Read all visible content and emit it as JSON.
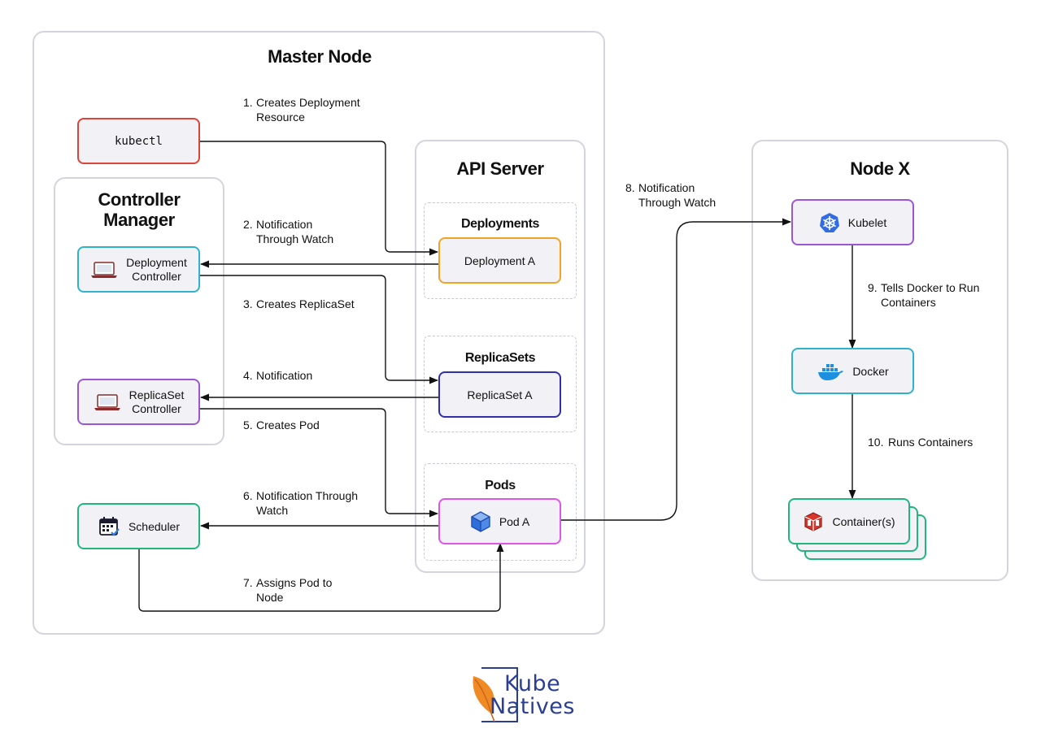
{
  "regions": {
    "master": "Master Node",
    "controller_manager": [
      "Controller",
      "Manager"
    ],
    "api_server": "API Server",
    "node_x": "Node X"
  },
  "groups": {
    "deployments": "Deployments",
    "replicasets": "ReplicaSets",
    "pods": "Pods"
  },
  "nodes": {
    "kubectl": "kubectl",
    "deployment_controller": [
      "Deployment",
      "Controller"
    ],
    "replicaset_controller": [
      "ReplicaSet",
      "Controller"
    ],
    "scheduler": "Scheduler",
    "deployment_a": "Deployment A",
    "replicaset_a": "ReplicaSet A",
    "pod_a": "Pod A",
    "kubelet": "Kubelet",
    "docker": "Docker",
    "containers": "Container(s)"
  },
  "steps": [
    {
      "n": "1.",
      "lines": [
        "Creates Deployment",
        "Resource"
      ]
    },
    {
      "n": "2.",
      "lines": [
        "Notification",
        "Through Watch"
      ]
    },
    {
      "n": "3.",
      "lines": [
        "Creates ReplicaSet"
      ]
    },
    {
      "n": "4.",
      "lines": [
        "Notification"
      ]
    },
    {
      "n": "5.",
      "lines": [
        "Creates Pod"
      ]
    },
    {
      "n": "6.",
      "lines": [
        "Notification Through",
        "Watch"
      ]
    },
    {
      "n": "7.",
      "lines": [
        "Assigns Pod to",
        "Node"
      ]
    },
    {
      "n": "8.",
      "lines": [
        "Notification",
        "Through Watch"
      ]
    },
    {
      "n": "9.",
      "lines": [
        "Tells Docker to Run",
        "Containers"
      ]
    },
    {
      "n": "10.",
      "lines": [
        "Runs Containers"
      ]
    }
  ],
  "logo": {
    "line1": "Kube",
    "line2": "Natives"
  },
  "colors": {
    "kubectl": "#d9453a",
    "controller": "#2fb3cc",
    "replicaset_controller": "#9b57d3",
    "scheduler": "#22b57e",
    "deployment": "#f2a324",
    "replicaset": "#3031a8",
    "pod": "#dd57e6",
    "kubelet": "#9b57d3",
    "docker": "#2fb3cc",
    "containers": "#22b57e",
    "logo": "#2b3f8f",
    "logo_feather": "#f08a24"
  },
  "icons": [
    "laptop-icon",
    "calendar-icon",
    "cube-icon",
    "kubernetes-icon",
    "docker-whale-icon",
    "container-icon",
    "feather-icon"
  ]
}
